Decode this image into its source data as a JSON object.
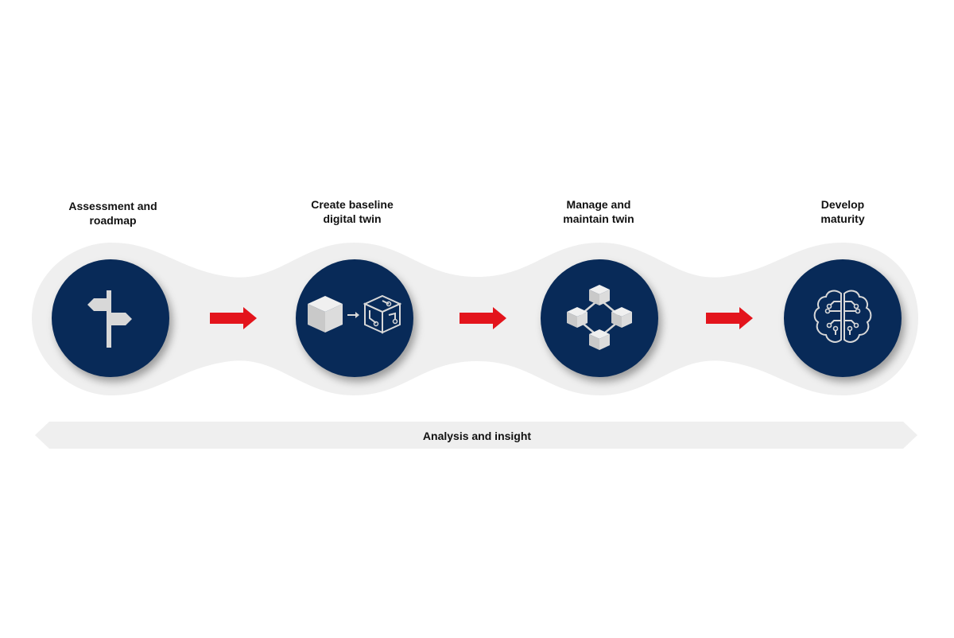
{
  "steps": [
    {
      "label": "Assessment and\nroadmap",
      "icon": "signpost-icon"
    },
    {
      "label": "Create baseline\ndigital twin",
      "icon": "cube-to-digital-twin-icon"
    },
    {
      "label": "Manage and\nmaintain twin",
      "icon": "connected-cubes-icon"
    },
    {
      "label": "Develop\nmaturity",
      "icon": "ai-brain-circuit-icon"
    }
  ],
  "banner": {
    "label": "Analysis and insight"
  },
  "colors": {
    "circle": "#082a58",
    "arrow": "#e3141c",
    "band": "#efefef",
    "icon_light": "#d8d8d8"
  }
}
